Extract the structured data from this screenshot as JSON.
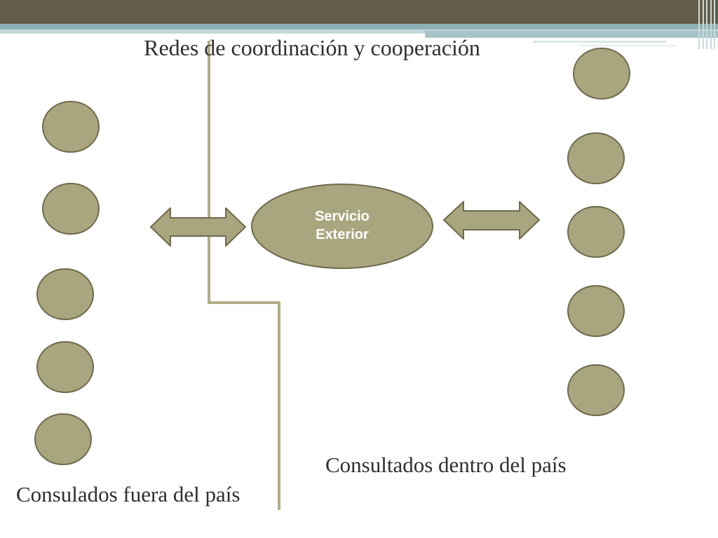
{
  "title": "Redes de coordinación y cooperación",
  "center_node": {
    "line1": "Servicio",
    "line2": "Exterior"
  },
  "labels": {
    "inside": "Consultados dentro del país",
    "outside": "Consulados fuera del país"
  },
  "colors": {
    "node_fill": "#a9a57f",
    "node_stroke": "#6e6a4c",
    "header_dark": "#645d49",
    "header_teal": "#8fb1b5",
    "divider": "#b2ad89"
  },
  "counts": {
    "left_nodes": 5,
    "right_nodes": 5
  }
}
